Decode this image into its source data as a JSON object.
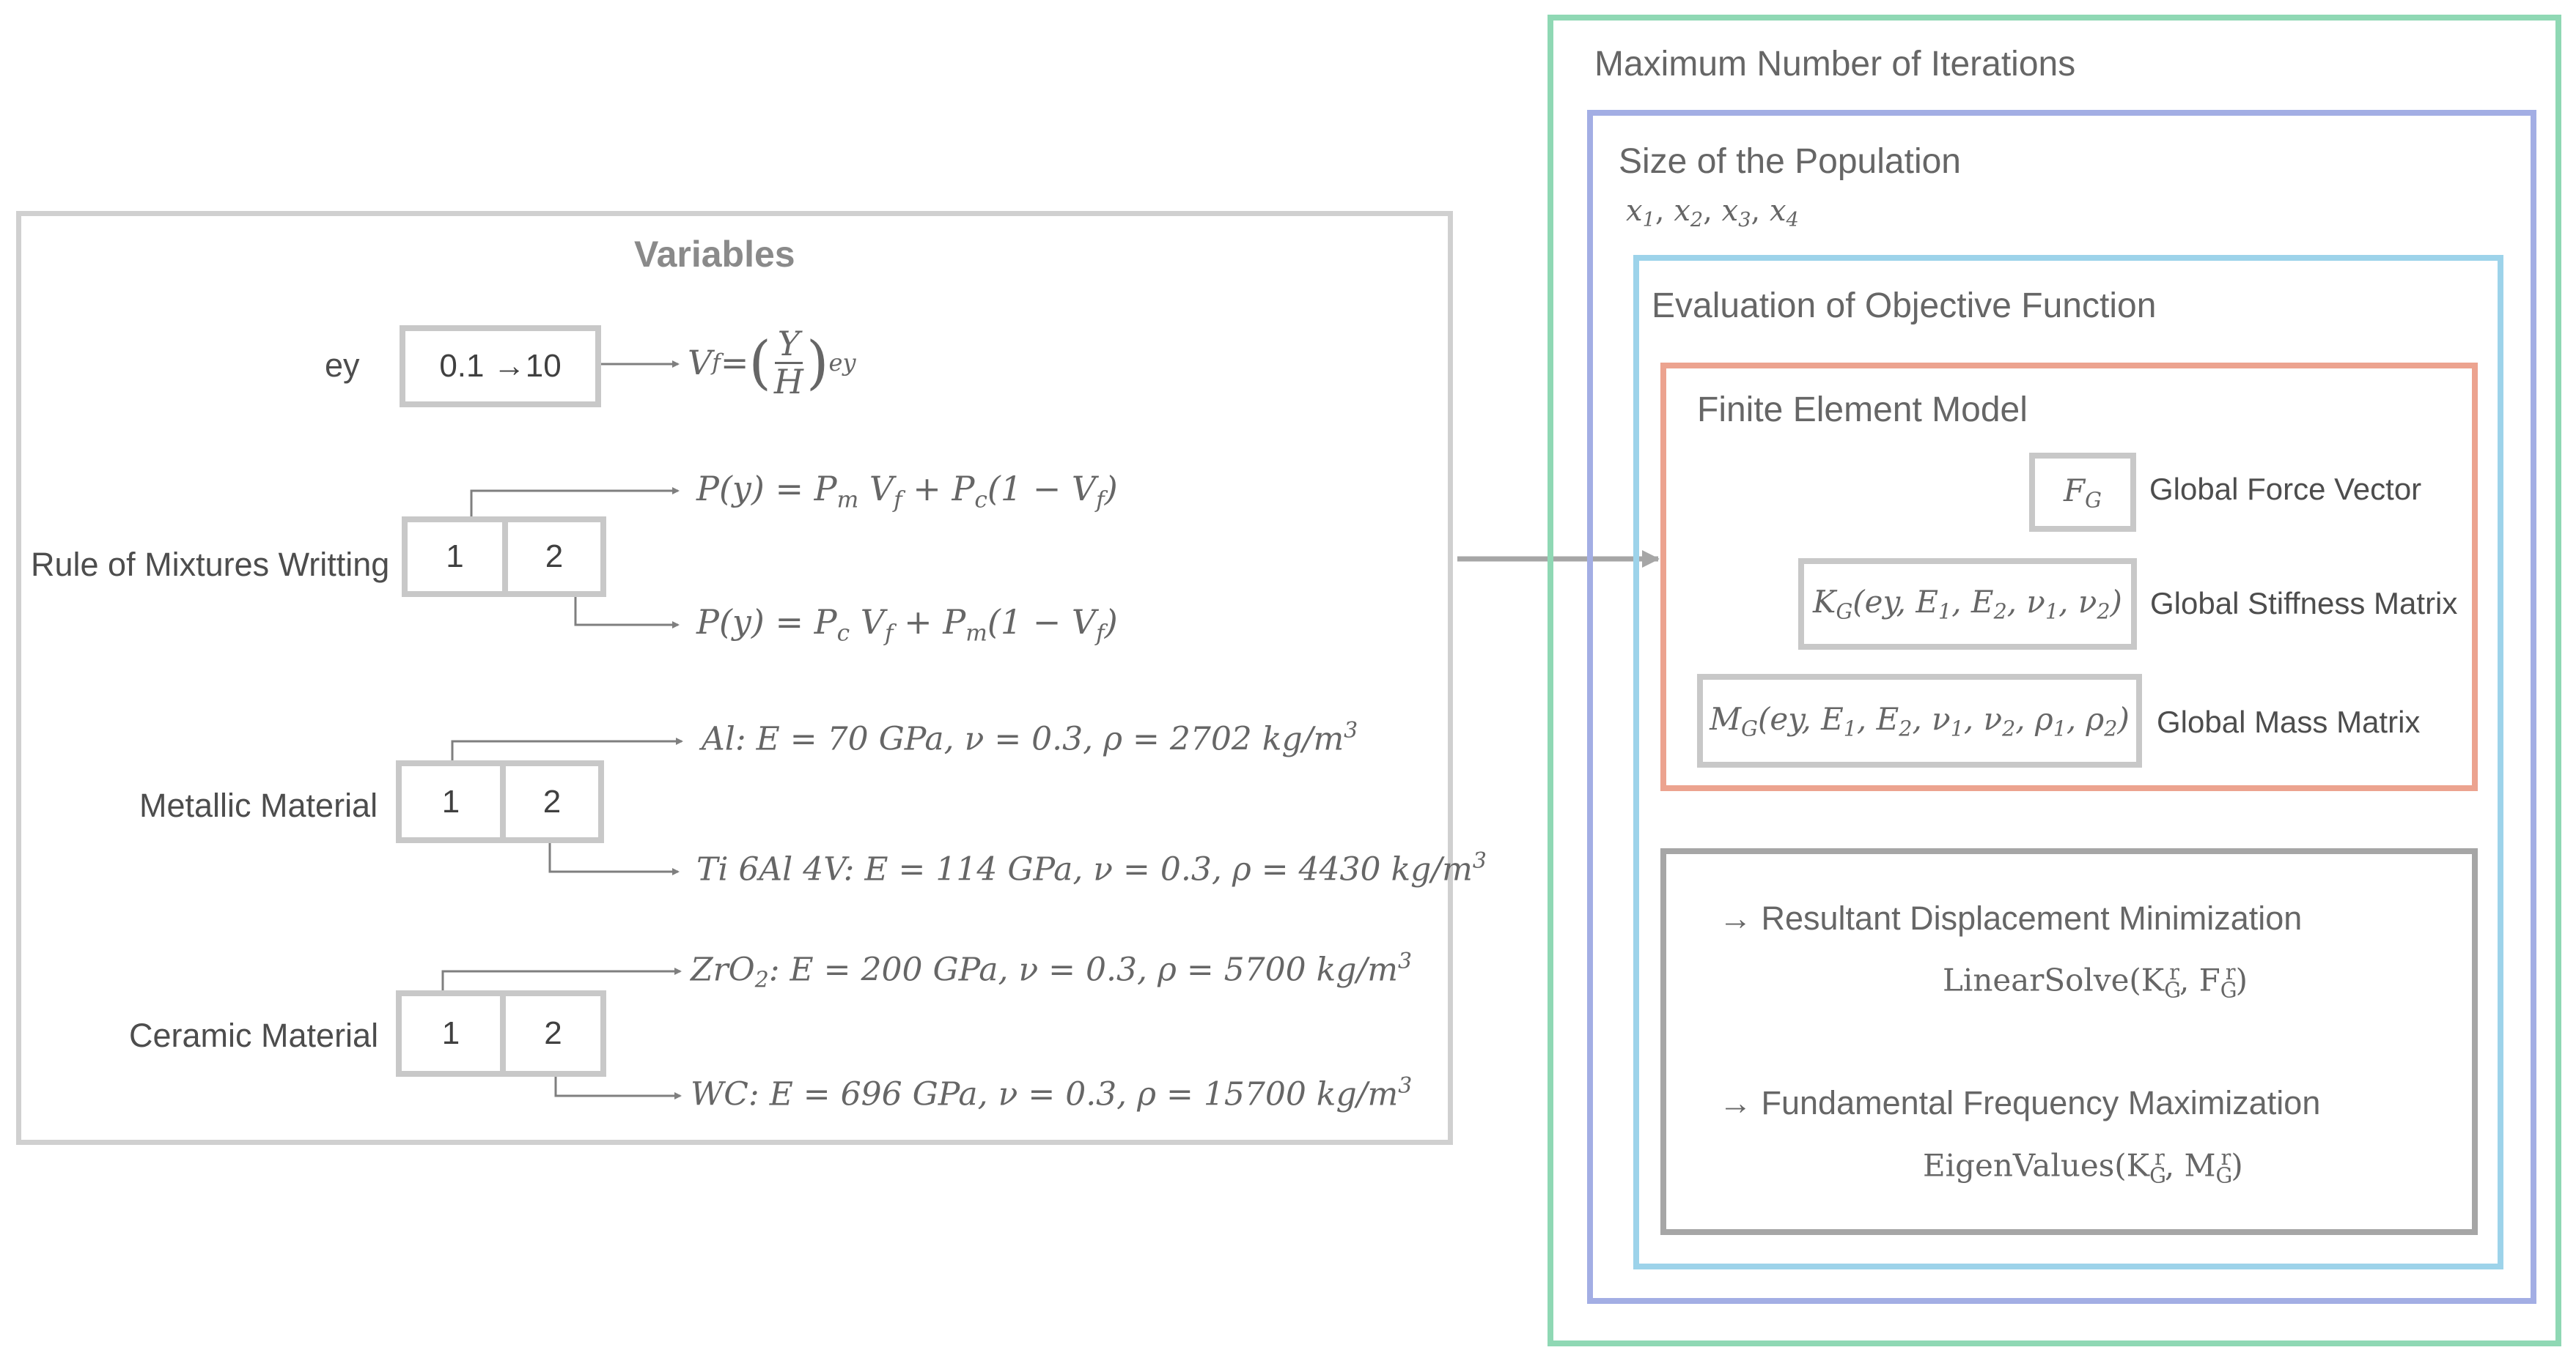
{
  "variables_panel": {
    "title": "Variables",
    "ey": {
      "label": "ey",
      "range": "0.1 →10",
      "formula": {
        "lhs_v": "V",
        "lhs_sub": "f",
        "eq": " = ",
        "num": "Y",
        "den": "H",
        "exp": "ey"
      }
    },
    "rule": {
      "label": "Rule of Mixtures Writting",
      "opt1": "1",
      "opt2": "2",
      "formula1": {
        "a": "P(y) = P",
        "a_sub": "m",
        "b": " V",
        "b_sub": "f",
        "c": " + P",
        "c_sub": "c",
        "d": "(1 − V",
        "d_sub": "f",
        "e": ")"
      },
      "formula2": {
        "a": "P(y) = P",
        "a_sub": "c",
        "b": " V",
        "b_sub": "f",
        "c": " + P",
        "c_sub": "m",
        "d": "(1 − V",
        "d_sub": "f",
        "e": ")"
      }
    },
    "metallic": {
      "label": "Metallic Material",
      "opt1": "1",
      "opt2": "2",
      "m1_name": "Al",
      "m1_props": ": E = 70 GPa, ν = 0.3, ρ = 2702 kg/m",
      "m1_exp": "3",
      "m2_name": "Ti 6Al 4V",
      "m2_props": ": E = 114 GPa, ν = 0.3, ρ = 4430 kg/m",
      "m2_exp": "3"
    },
    "ceramic": {
      "label": "Ceramic Material",
      "opt1": "1",
      "opt2": "2",
      "c1_name": "ZrO",
      "c1_sub": "2",
      "c1_props": ": E = 200 GPa, ν = 0.3, ρ = 5700 kg/m",
      "c1_exp": "3",
      "c2_name": "WC",
      "c2_props": ": E = 696 GPa, ν = 0.3, ρ = 15700 kg/m",
      "c2_exp": "3"
    }
  },
  "optimizer": {
    "max_iterations": "Maximum Number of Iterations",
    "population": "Size of the Population",
    "design_vars": {
      "x": "x",
      "s1": "1",
      "s2": "2",
      "s3": "3",
      "s4": "4",
      "sep": ", "
    },
    "objective": "Evaluation of Objective Function",
    "fem": {
      "title": "Finite Element Model",
      "force_sym": "F",
      "force_sub": "G",
      "force_label": "Global Force Vector",
      "stiff_sym": "K",
      "stiff_sub": "G",
      "stiff_args": "(ey, E",
      "stiff_label": "Global Stiffness Matrix",
      "mass_sym": "M",
      "mass_sub": "G",
      "mass_args": "(ey, E",
      "mass_label": "Global Mass Matrix"
    },
    "objectives": {
      "disp_label": "→ Resultant Displacement Minimization",
      "disp_fn": "LinearSolve(K",
      "freq_label": "→ Fundamental Frequency Maximization",
      "freq_fn": "EigenValues(K"
    }
  },
  "colors": {
    "outer_green": "#8fd8b4",
    "population_blue": "#a3aee4",
    "objective_cyan": "#9dd3ea",
    "fem_orange": "#eca38f",
    "objectives_gray": "#a6a6a6",
    "variables_gray": "#d0d0d0"
  }
}
